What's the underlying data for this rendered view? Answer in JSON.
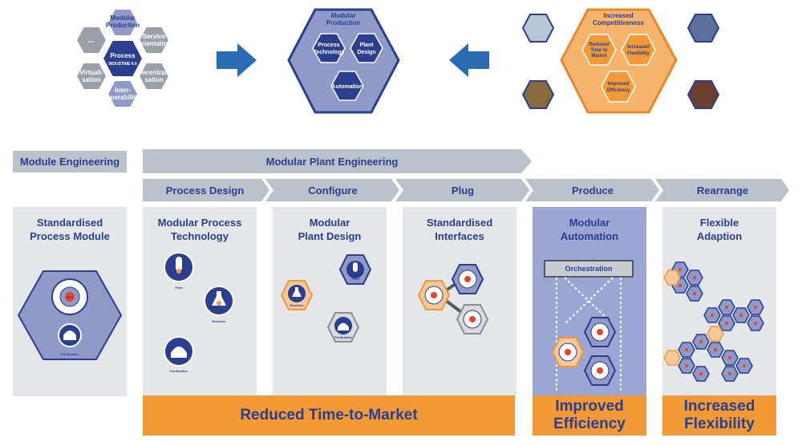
{
  "top": {
    "left_cluster": {
      "center": [
        "Process",
        "INDUSTRIE 4.0"
      ],
      "top": [
        "Modular",
        "Production"
      ],
      "top_right": [
        "Service",
        "Orientation"
      ],
      "bottom_right": [
        "Decentrali-",
        "sation"
      ],
      "bottom": [
        "Inter-",
        "operability"
      ],
      "bottom_left": [
        "Virtuali-",
        "sation"
      ],
      "top_left": [
        "..."
      ]
    },
    "middle_hex": {
      "title": [
        "Modular",
        "Production"
      ],
      "left": [
        "Process",
        "Technology"
      ],
      "right": [
        "Plant",
        "Design"
      ],
      "bottom": [
        "Automation"
      ]
    },
    "right_hex": {
      "title": [
        "Increased",
        "Competitiveness"
      ],
      "left": [
        "Reduced",
        "Time to",
        "Market"
      ],
      "right": [
        "Increased",
        "Flexibility"
      ],
      "bottom": [
        "Improved",
        "Efficiency"
      ]
    }
  },
  "header": {
    "module_engineering": "Module Engineering",
    "modular_plant_engineering": "Modular Plant Engineering"
  },
  "steps": [
    "Process Design",
    "Configure",
    "Plug",
    "Produce",
    "Rearrange"
  ],
  "columns": {
    "c0": [
      "Standardised",
      "Process Module"
    ],
    "c1": [
      "Modular Process",
      "Technology"
    ],
    "c2": [
      "Modular",
      "Plant Design"
    ],
    "c3": [
      "Standardised",
      "Interfaces"
    ],
    "c4": [
      "Modular",
      "Automation"
    ],
    "c5": [
      "Flexible",
      "Adaption"
    ]
  },
  "icon_labels": {
    "feed": "Feed",
    "reaction": "Reaction",
    "purification": "Purification",
    "mtp": "MTP"
  },
  "orchestration": "Orchestration",
  "bottom": {
    "reduced": "Reduced Time-to-Market",
    "improved": [
      "Improved",
      "Efficiency"
    ],
    "increased": [
      "Increased",
      "Flexibility"
    ]
  },
  "colors": {
    "navy": "#2a3f8f",
    "hex_blue": "#8f9ac8",
    "orange": "#f29a38",
    "gray": "#bcc2cb",
    "panel": "#e4e6ea",
    "cluster_gray": "#9aa0a8"
  }
}
